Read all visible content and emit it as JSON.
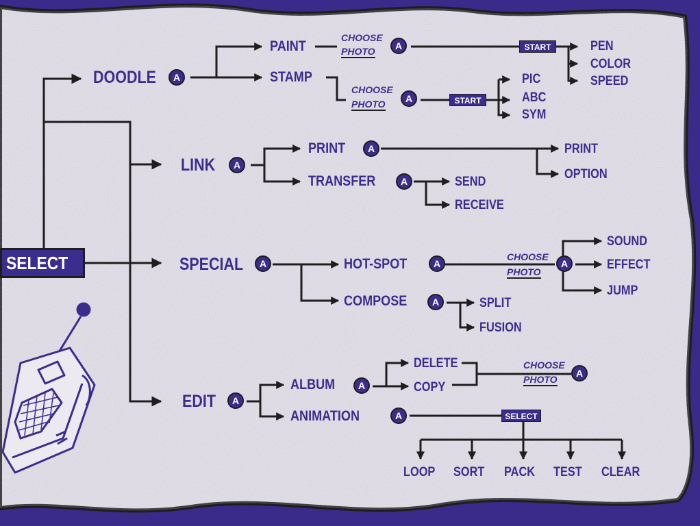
{
  "title": "SELECT",
  "a_button": "A",
  "choose": "CHOOSE",
  "photo": "PHOTO",
  "start": "START",
  "select_box": "SELECT",
  "doodle": {
    "label": "DOODLE",
    "paint": {
      "label": "PAINT",
      "options": [
        "PEN",
        "COLOR",
        "SPEED"
      ]
    },
    "stamp": {
      "label": "STAMP",
      "options": [
        "PIC",
        "ABC",
        "SYM"
      ]
    }
  },
  "link": {
    "label": "LINK",
    "print": {
      "label": "PRINT",
      "options": [
        "PRINT",
        "OPTION"
      ]
    },
    "transfer": {
      "label": "TRANSFER",
      "options": [
        "SEND",
        "RECEIVE"
      ]
    }
  },
  "special": {
    "label": "SPECIAL",
    "hotspot": {
      "label": "HOT-SPOT",
      "options": [
        "SOUND",
        "EFFECT",
        "JUMP"
      ]
    },
    "compose": {
      "label": "COMPOSE",
      "options": [
        "SPLIT",
        "FUSION"
      ]
    }
  },
  "edit": {
    "label": "EDIT",
    "album": {
      "label": "ALBUM",
      "options": [
        "DELETE",
        "COPY"
      ]
    },
    "animation": {
      "label": "ANIMATION",
      "options": [
        "LOOP",
        "SORT",
        "PACK",
        "TEST",
        "CLEAR"
      ]
    }
  },
  "colors": {
    "paper": "#ece9f1",
    "ink": "#1e1e1e",
    "accent": "#3b2d8e",
    "border": "#3a2a8a"
  }
}
